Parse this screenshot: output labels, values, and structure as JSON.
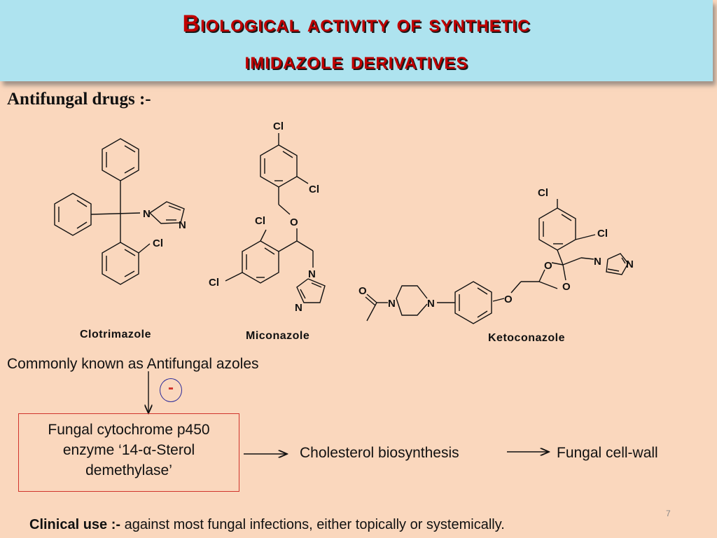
{
  "slide": {
    "title_line1": "Biological activity of synthetic",
    "title_line2": "imidazole derivatives",
    "subtitle": "Antifungal drugs :-",
    "page_number": "7"
  },
  "structures": {
    "atom_labels": {
      "cl": "Cl",
      "n": "N",
      "o": "O"
    },
    "names": [
      "Clotrimazole",
      "Miconazole",
      "Ketoconazole"
    ]
  },
  "mechanism": {
    "common_text": "Commonly known as Antifungal azoles",
    "inhibit_symbol": "-",
    "enzyme_box": "Fungal cytochrome p450 enzyme ‘14-α-Sterol demethylase’",
    "step2": "Cholesterol biosynthesis",
    "step3": "Fungal cell-wall"
  },
  "clinical": {
    "label": "Clinical use :-",
    "text": " against most fungal infections, either topically or systemically."
  }
}
